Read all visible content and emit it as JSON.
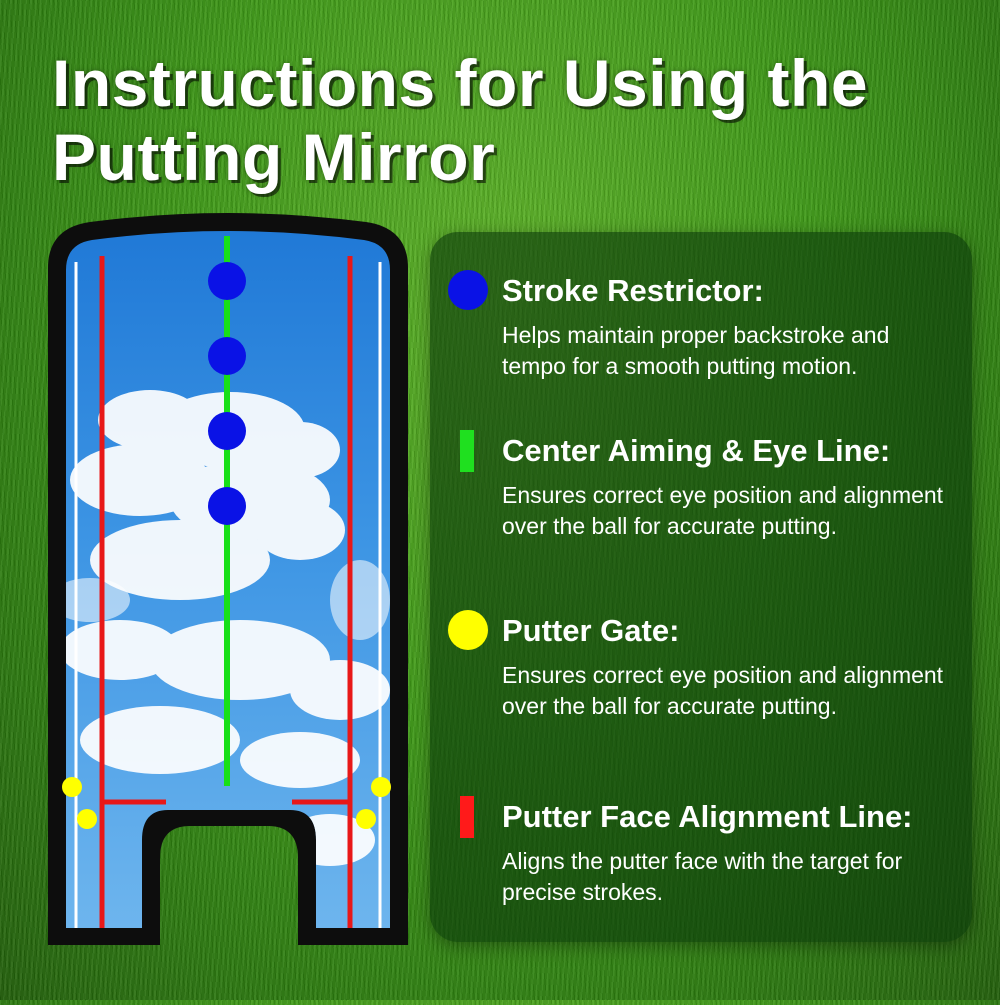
{
  "title": {
    "line1": "Instructions for Using the",
    "line2": "Putting Mirror"
  },
  "features": [
    {
      "marker": "blue-dot",
      "color": "#0a12e6",
      "heading": "Stroke Restrictor:",
      "description": "Helps maintain proper backstroke and tempo for a smooth putting motion."
    },
    {
      "marker": "green-line",
      "color": "#1fe01f",
      "heading": "Center Aiming & Eye Line:",
      "description": "Ensures correct eye position and alignment over the ball for accurate putting."
    },
    {
      "marker": "yellow-dot",
      "color": "#ffff00",
      "heading": "Putter Gate:",
      "description": "Ensures correct eye position and alignment over the ball for accurate putting."
    },
    {
      "marker": "red-line",
      "color": "#ff1a1a",
      "heading": "Putter Face Alignment Line:",
      "description": "Aligns the putter face with the target for precise strokes."
    }
  ]
}
